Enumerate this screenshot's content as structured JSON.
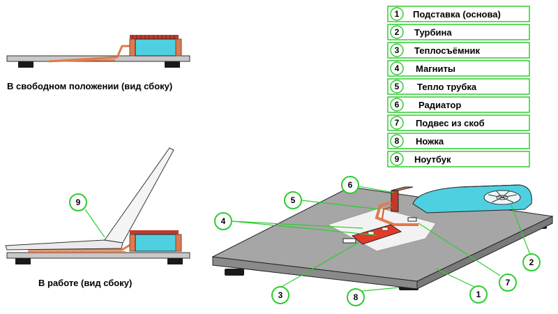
{
  "legend": [
    {
      "num": "1",
      "label": "Подставка (основа)"
    },
    {
      "num": "2",
      "label": "Турбина"
    },
    {
      "num": "3",
      "label": "Теплосъёмник"
    },
    {
      "num": "4",
      "label": "Магниты"
    },
    {
      "num": "5",
      "label": "Тепло трубка"
    },
    {
      "num": "6",
      "label": "Радиатор"
    },
    {
      "num": "7",
      "label": "Подвес из скоб"
    },
    {
      "num": "8",
      "label": "Ножка"
    },
    {
      "num": "9",
      "label": "Ноутбук"
    }
  ],
  "captions": {
    "side_free": "В свободном положении (вид сбоку)",
    "side_work": "В работе (вид сбоку)"
  },
  "callouts": {
    "c1": "1",
    "c2": "2",
    "c3": "3",
    "c4": "4",
    "c5": "5",
    "c6": "6",
    "c7": "7",
    "c8": "8",
    "c9": "9"
  },
  "colors": {
    "callout_green": "#2ecc2e",
    "turbine": "#4fd0e0",
    "heatpipe": "#e07a4a",
    "radiator": "#c0392b",
    "heatsink": "#e03a2a",
    "base_top": "#a6a6a6",
    "base_side": "#8a8a8a",
    "foot": "#1a1a1a"
  }
}
